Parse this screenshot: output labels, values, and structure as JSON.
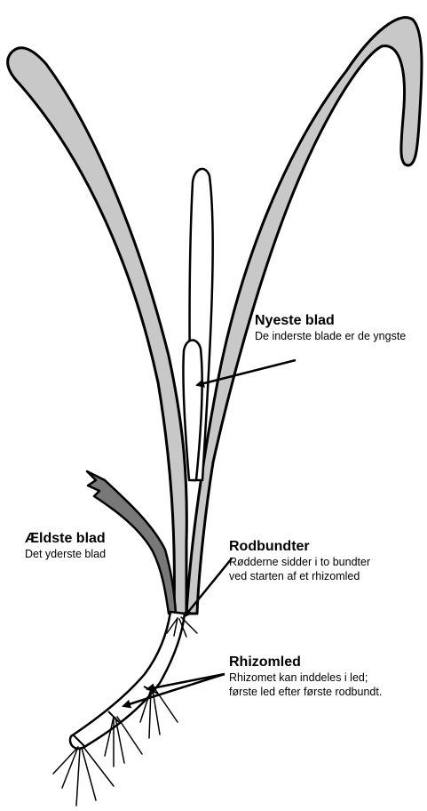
{
  "labels": {
    "newest_leaf": {
      "title": "Nyeste blad",
      "description": "De inderste blade er de yngste"
    },
    "oldest_leaf": {
      "title": "Ældste blad",
      "description": "Det yderste blad"
    },
    "root_bundles": {
      "title": "Rodbundter",
      "description_line1": "Rødderne sidder i to bundter",
      "description_line2": "ved starten af et rhizomled"
    },
    "rhizome_segment": {
      "title": "Rhizomled",
      "description_line1": "Rhizomet kan inddeles i led;",
      "description_line2": "første led efter første rodbundt."
    }
  },
  "colors": {
    "leaf_fill": "#c8c8c8",
    "old_leaf_fill": "#787878",
    "outline": "#000000",
    "background": "#ffffff"
  }
}
